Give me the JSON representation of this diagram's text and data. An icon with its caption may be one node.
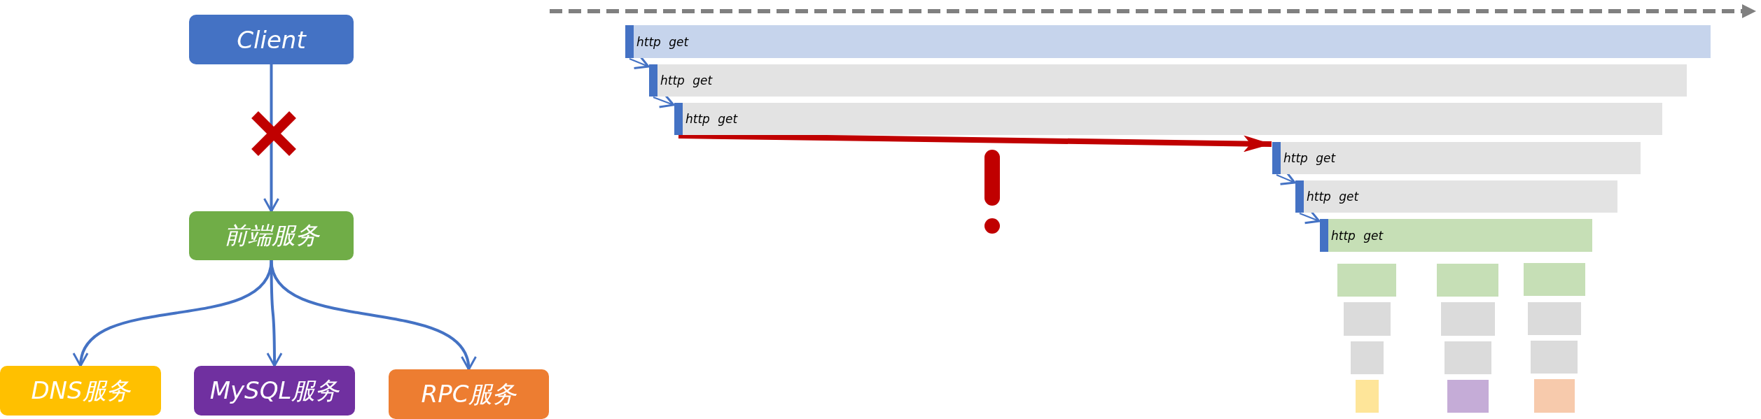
{
  "diagram": {
    "nodes": [
      {
        "text": [
          "Client"
        ]
      },
      {
        "text": [
          "前端服务"
        ]
      },
      {
        "text": [
          "DNS服务"
        ]
      },
      {
        "text": [
          "MySQL服务"
        ]
      },
      {
        "text": [
          "RPC服务"
        ]
      },
      {
        "text": [
          "http get"
        ]
      },
      {
        "text": [
          "http get"
        ]
      },
      {
        "text": [
          "http get"
        ]
      },
      {
        "text": [
          "http get"
        ]
      },
      {
        "text": [
          "http get"
        ]
      },
      {
        "text": [
          "http get"
        ]
      },
      {
        "text": [],
        "shape": "bar"
      },
      {
        "text": [],
        "shape": "bar"
      },
      {
        "text": [],
        "shape": "bar"
      },
      {
        "text": [],
        "shape": "bar"
      },
      {
        "text": [],
        "shape": "bar"
      },
      {
        "text": [],
        "shape": "bar"
      },
      {
        "text": [],
        "shape": "bar"
      },
      {
        "text": [],
        "shape": "bar"
      },
      {
        "text": [],
        "shape": "bar"
      },
      {
        "text": [],
        "shape": "bar"
      },
      {
        "text": [],
        "shape": "bar"
      },
      {
        "text": [],
        "shape": "bar"
      }
    ],
    "edges": [
      {
        "from": 0,
        "to": 1,
        "arrow": "to"
      },
      {
        "from": 1,
        "to": 2,
        "arrow": "to"
      },
      {
        "from": 1,
        "to": 3,
        "arrow": "to"
      },
      {
        "from": 1,
        "to": 4,
        "arrow": "to"
      },
      {
        "from": 5,
        "to": 6,
        "arrow": "to"
      },
      {
        "from": 6,
        "to": 7,
        "arrow": "to"
      },
      {
        "from": 7,
        "to": 8,
        "arrow": "to",
        "style": "thick",
        "color": "#c00000"
      },
      {
        "from": 8,
        "to": 9,
        "arrow": "to"
      },
      {
        "from": 9,
        "to": 10,
        "arrow": "to"
      }
    ]
  }
}
